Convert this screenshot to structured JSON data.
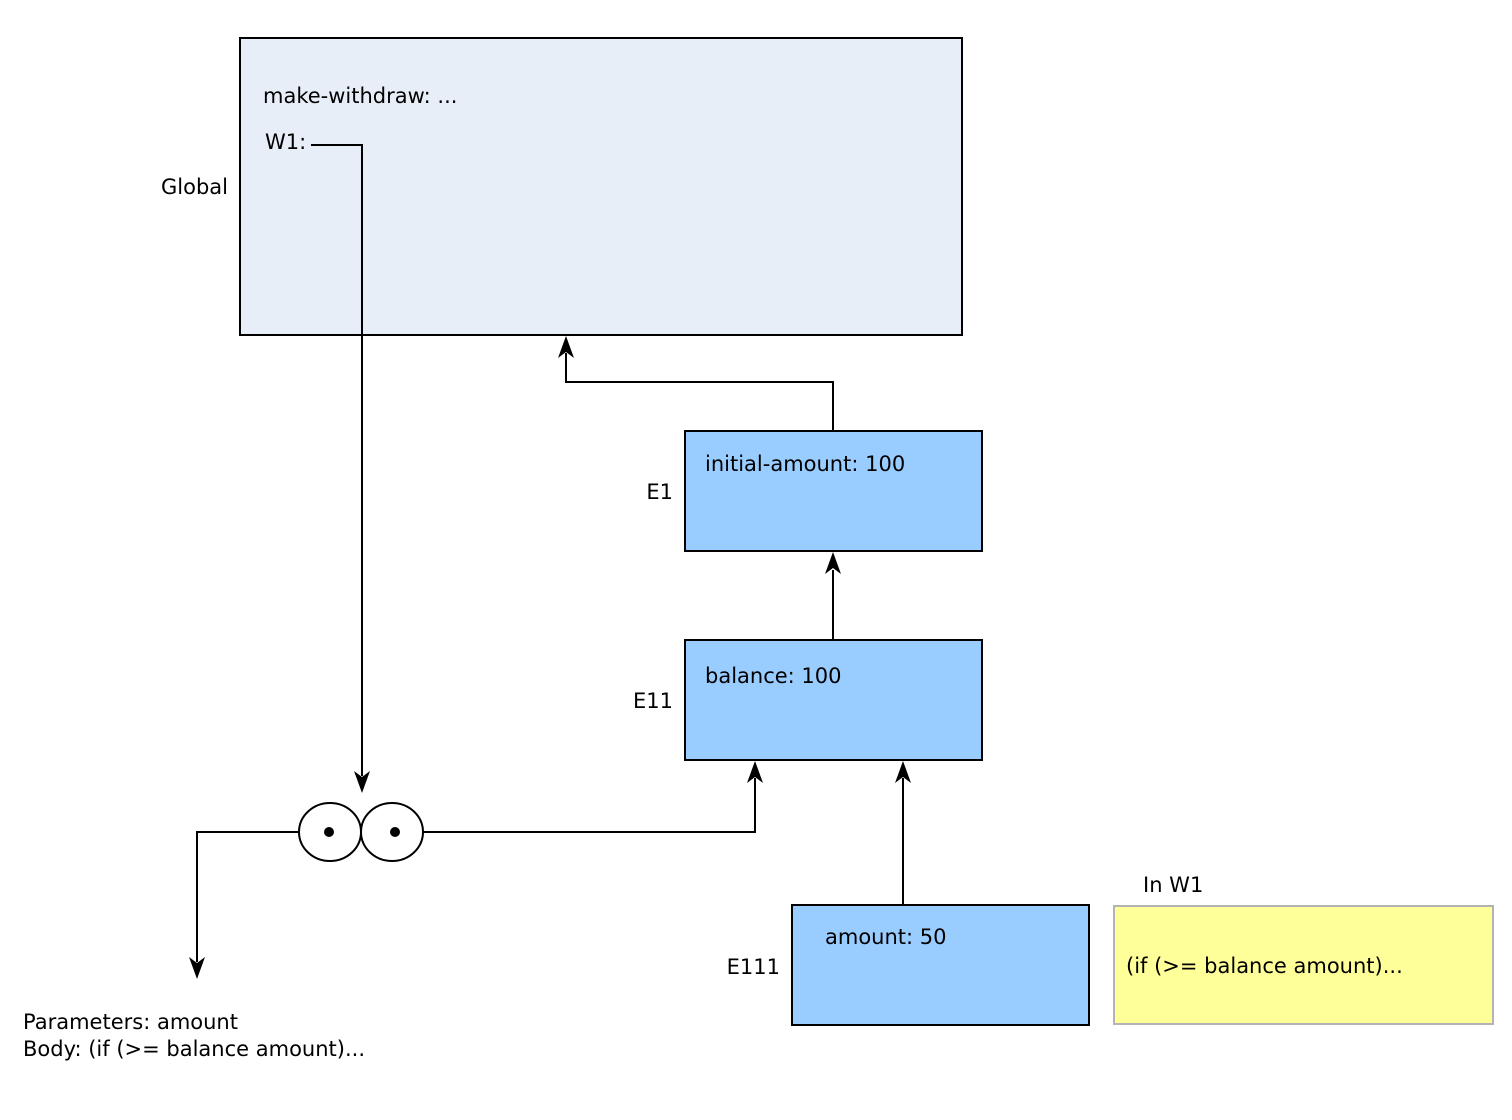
{
  "frames": {
    "global": {
      "name": "Global",
      "bindings": [
        "make-withdraw: ...",
        "W1:"
      ]
    },
    "e1": {
      "name": "E1",
      "bindings": [
        "initial-amount: 100"
      ]
    },
    "e11": {
      "name": "E11",
      "bindings": [
        "balance: 100"
      ]
    },
    "e111": {
      "name": "E111",
      "bindings": [
        "amount: 50"
      ]
    }
  },
  "code_note": {
    "caption": "In W1",
    "text": "(if (>= balance amount)..."
  },
  "procedure": {
    "parameters": "Parameters: amount",
    "body": "Body: (if (>= balance amount)..."
  },
  "colors": {
    "global_fill": "#e8eef8",
    "frame_fill": "#99ccff",
    "note_fill": "#ffff99",
    "note_border": "#b3b3b3",
    "line": "#000000"
  }
}
